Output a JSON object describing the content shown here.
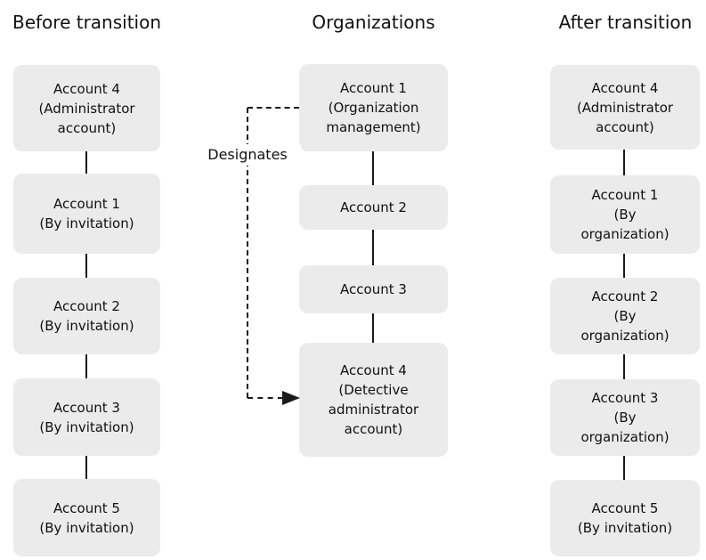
{
  "diagram": {
    "columns": [
      {
        "id": "before-transition",
        "title": "Before transition",
        "nodes": [
          {
            "label": "Account 4\n(Administrator\naccount)"
          },
          {
            "label": "Account 1\n(By invitation)"
          },
          {
            "label": "Account 2\n(By invitation)"
          },
          {
            "label": "Account 3\n(By invitation)"
          },
          {
            "label": "Account 5\n(By invitation)"
          }
        ]
      },
      {
        "id": "organizations",
        "title": "Organizations",
        "nodes": [
          {
            "label": "Account 1\n(Organization\nmanagement)"
          },
          {
            "label": "Account 2"
          },
          {
            "label": "Account 3"
          },
          {
            "label": "Account 4\n(Detective\nadministrator\naccount)"
          }
        ]
      },
      {
        "id": "after-transition",
        "title": "After transition",
        "nodes": [
          {
            "label": "Account 4\n(Administrator\naccount)"
          },
          {
            "label": "Account 1\n(By\norganization)"
          },
          {
            "label": "Account 2\n(By\norganization)"
          },
          {
            "label": "Account 3\n(By\norganization)"
          },
          {
            "label": "Account 5\n(By invitation)"
          }
        ]
      }
    ],
    "annotations": {
      "designates": "Designates"
    },
    "colors": {
      "node_bg": "#ebebeb",
      "line": "#1a1a1a",
      "text": "#111111",
      "background": "#ffffff"
    }
  }
}
